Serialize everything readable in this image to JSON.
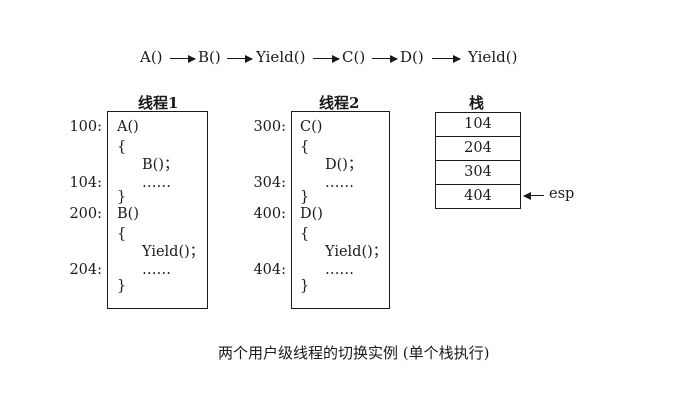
{
  "sequence": [
    "A()",
    "B()",
    "Yield()",
    "C()",
    "D()",
    "Yield()"
  ],
  "thread1": {
    "title": "线程1",
    "lines": [
      {
        "addr": "100:",
        "code": "A()"
      },
      {
        "addr": "",
        "code": "{"
      },
      {
        "addr": "",
        "code": "B()；"
      },
      {
        "addr": "104:",
        "code": "……"
      },
      {
        "addr": "",
        "code": "}"
      },
      {
        "addr": "200:",
        "code": "B()"
      },
      {
        "addr": "",
        "code": "{"
      },
      {
        "addr": "",
        "code": "Yield()；"
      },
      {
        "addr": "204:",
        "code": "……"
      },
      {
        "addr": "",
        "code": "}"
      }
    ]
  },
  "thread2": {
    "title": "线程2",
    "lines": [
      {
        "addr": "300:",
        "code": "C()"
      },
      {
        "addr": "",
        "code": "{"
      },
      {
        "addr": "",
        "code": "D()；"
      },
      {
        "addr": "304:",
        "code": "……"
      },
      {
        "addr": "",
        "code": "}"
      },
      {
        "addr": "400:",
        "code": "D()"
      },
      {
        "addr": "",
        "code": "{"
      },
      {
        "addr": "",
        "code": "Yield()；"
      },
      {
        "addr": "404:",
        "code": "……"
      },
      {
        "addr": "",
        "code": "}"
      }
    ]
  },
  "stack": {
    "title": "栈",
    "cells": [
      "104",
      "204",
      "304",
      "404"
    ],
    "pointer_label": "esp"
  },
  "caption": "两个用户级线程的切换实例 (单个栈执行)",
  "colors": {
    "ink": "#1a1a1a",
    "background": "#ffffff"
  }
}
